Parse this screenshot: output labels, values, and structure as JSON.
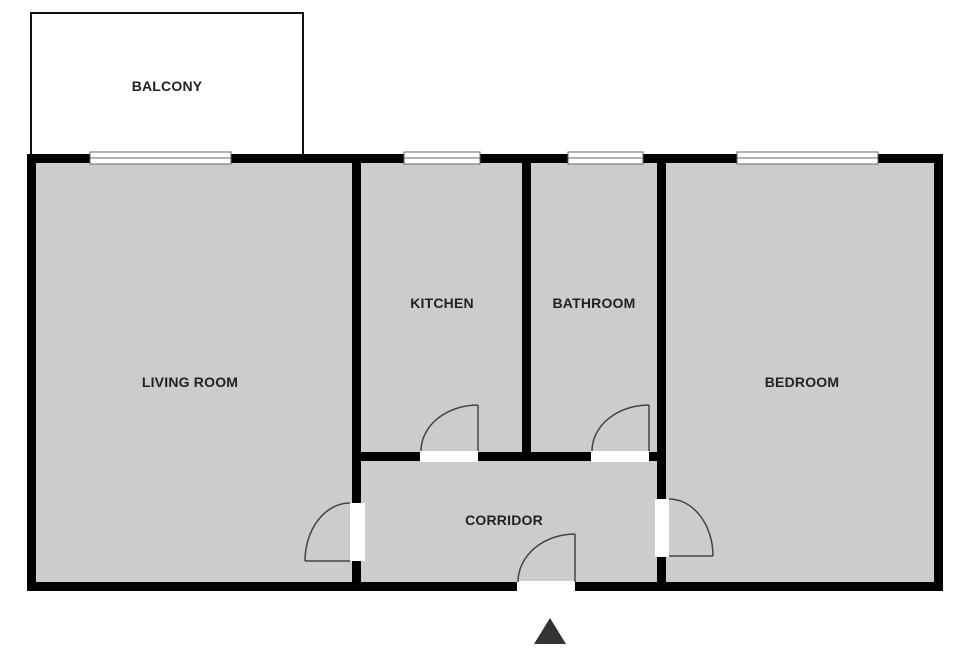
{
  "diagram": {
    "type": "floor-plan",
    "colors": {
      "background": "#ffffff",
      "floor": "#cccccc",
      "wall": "#000000",
      "label": "#222222",
      "entrance_marker": "#333333",
      "door_swing": "#444444"
    },
    "rooms": [
      {
        "id": "balcony",
        "label": "BALCONY"
      },
      {
        "id": "living-room",
        "label": "LIVING ROOM"
      },
      {
        "id": "kitchen",
        "label": "KITCHEN"
      },
      {
        "id": "bathroom",
        "label": "BATHROOM"
      },
      {
        "id": "bedroom",
        "label": "BEDROOM"
      },
      {
        "id": "corridor",
        "label": "CORRIDOR"
      }
    ],
    "windows": [
      "living-room",
      "kitchen",
      "bathroom",
      "bedroom"
    ],
    "doors": [
      "kitchen",
      "bathroom",
      "living-room",
      "bedroom",
      "entrance"
    ],
    "entrance_marker": "triangle-up"
  }
}
